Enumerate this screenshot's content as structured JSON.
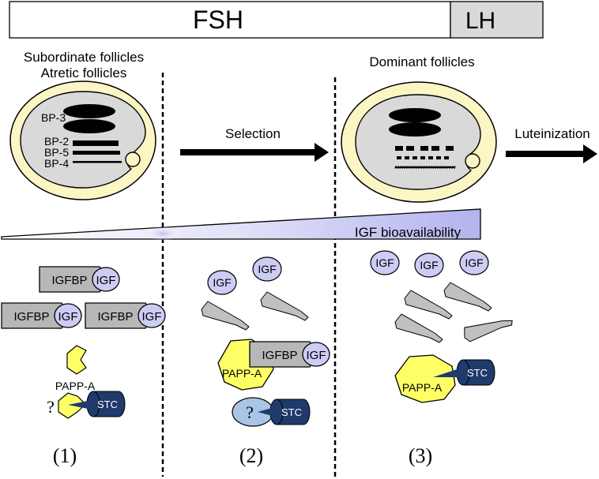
{
  "hormone_bar": {
    "fsh_label": "FSH",
    "lh_label": "LH"
  },
  "stage_titles": {
    "subordinate": "Subordinate follicles",
    "atretic": "Atretic follicles",
    "dominant": "Dominant follicles"
  },
  "binding_proteins": {
    "bp3": "BP-3",
    "bp2": "BP-2",
    "bp5": "BP-5",
    "bp4": "BP-4"
  },
  "arrows": {
    "selection": "Selection",
    "luteinization": "Luteinization"
  },
  "gradient": {
    "label": "IGF bioavailability"
  },
  "molecules": {
    "igfbp": "IGFBP",
    "igf": "IGF",
    "pappa": "PAPP-A",
    "stc": "STC",
    "unknown": "?"
  },
  "stage_numbers": {
    "one": "(1)",
    "two": "(2)",
    "three": "(3)"
  },
  "colors": {
    "follicle_rim": "#fbf6c4",
    "antrum": "#d9d9d9",
    "lh_box": "#d9d9d9",
    "igf": "#ccccf5",
    "igfbp": "#b7b7b7",
    "pappa": "#ffff66",
    "stc": "#1f3a6b",
    "stc_inhibitor_bg": "#a9c4e6",
    "gradient": "#b3b3ee"
  }
}
